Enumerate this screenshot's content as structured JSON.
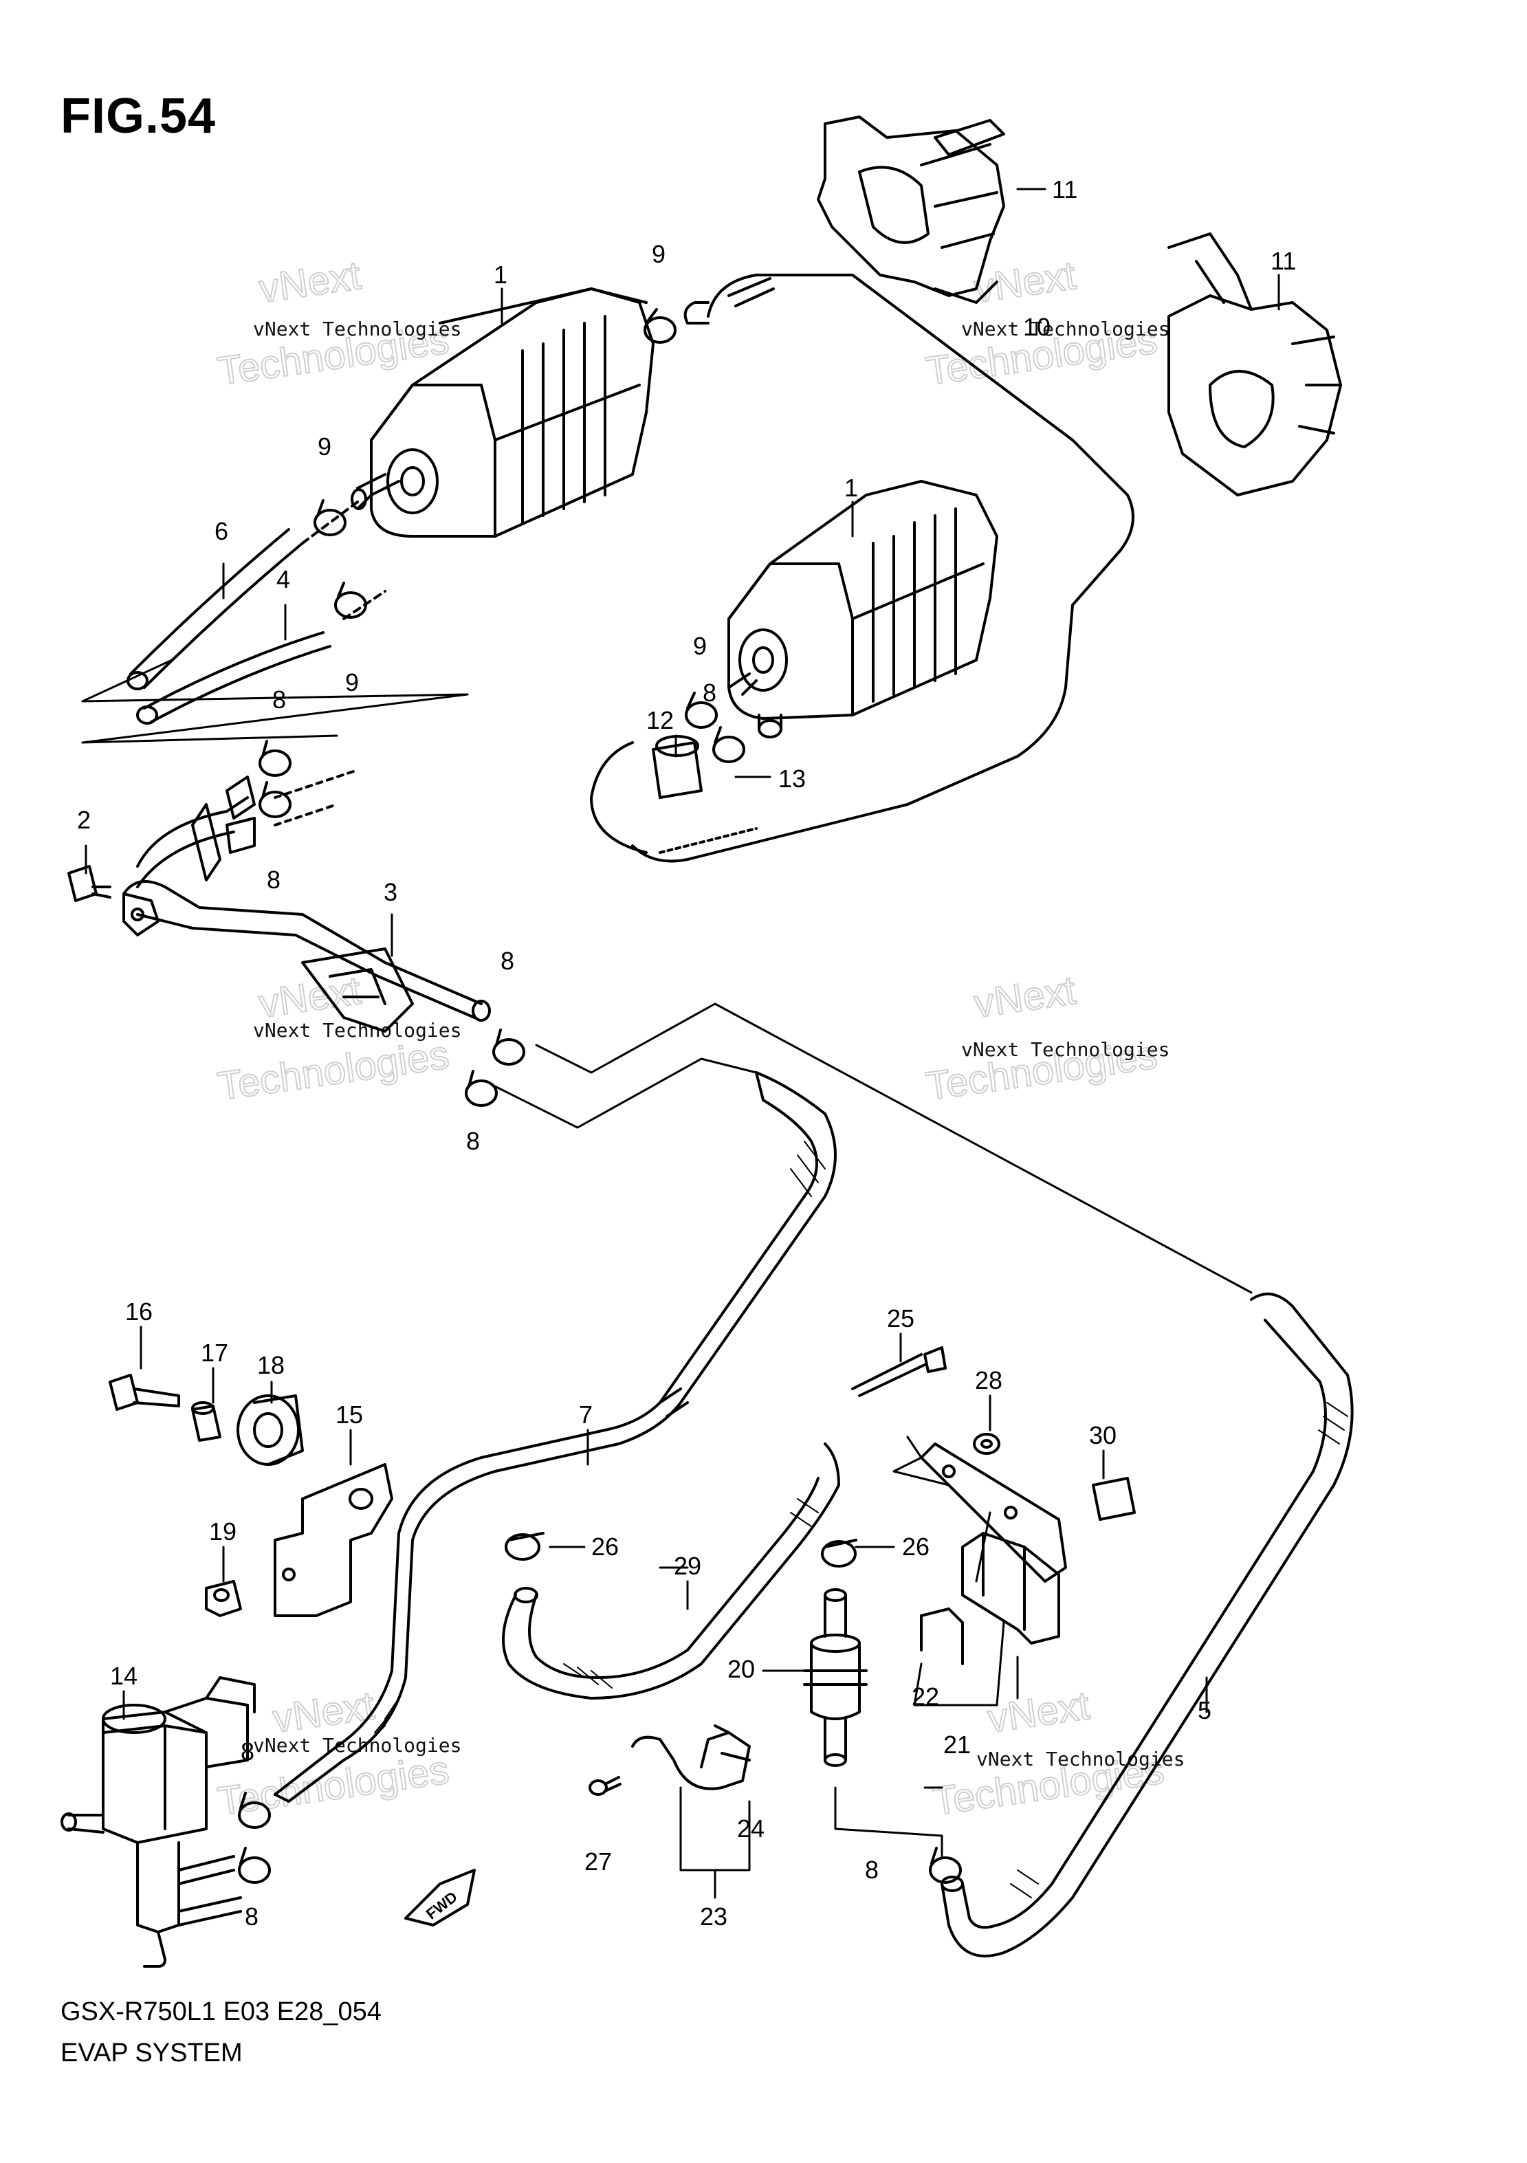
{
  "figure": {
    "title": "FIG.54",
    "code": "GSX-R750L1 E03 E28_054",
    "name": "EVAP SYSTEM"
  },
  "watermark": {
    "line1": "vNext Technologies",
    "big_top": "vNext",
    "big_bottom": "Technologies"
  },
  "fwd_label": "FWD",
  "callouts": [
    "1",
    "1",
    "2",
    "3",
    "4",
    "5",
    "6",
    "7",
    "8",
    "8",
    "8",
    "8",
    "8",
    "8",
    "8",
    "8",
    "9",
    "9",
    "9",
    "9",
    "10",
    "11",
    "11",
    "12",
    "13",
    "14",
    "15",
    "16",
    "17",
    "18",
    "19",
    "20",
    "21",
    "22",
    "23",
    "24",
    "25",
    "26",
    "26",
    "27",
    "28",
    "29",
    "30"
  ]
}
